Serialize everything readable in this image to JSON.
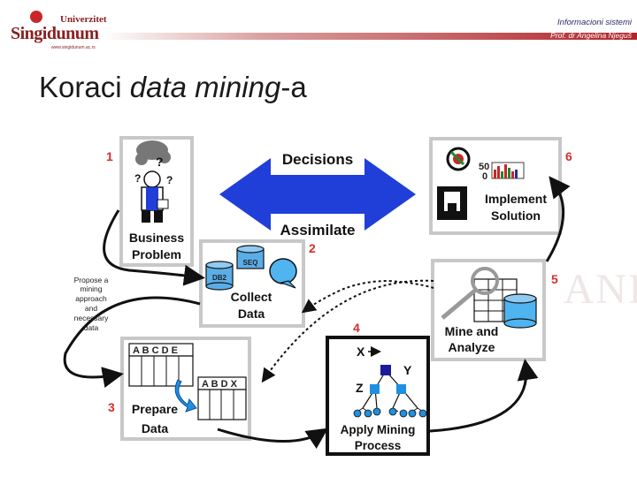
{
  "header": {
    "logo_top": "Univerzitet",
    "logo_name": "Singidunum",
    "logo_web": "www.singidunum.ac.rs",
    "course": "Informacioni sistemi",
    "author": "Prof. dr Angelina Njeguš"
  },
  "title": {
    "main": "Koraci ",
    "italic": "data mining",
    "suffix": "-a"
  },
  "diagram": {
    "decisions": "Decisions",
    "assimilate": "Assimilate",
    "steps": [
      {
        "num": "1",
        "line1": "Business",
        "line2": "Problem"
      },
      {
        "num": "2",
        "line1": "Collect",
        "line2": "Data"
      },
      {
        "num": "3",
        "line1": "Prepare",
        "line2": "Data"
      },
      {
        "num": "4",
        "line1": "Apply Mining",
        "line2": "Process"
      },
      {
        "num": "5",
        "line1": "Mine and",
        "line2": "Analyze"
      },
      {
        "num": "6",
        "line1": "Implement",
        "line2": "Solution"
      }
    ],
    "side_note": [
      "Propose a",
      "mining",
      "approach",
      "and",
      "necessary",
      "data"
    ],
    "db2": "DB2",
    "seq": "SEQ",
    "table1": "A B C D E",
    "table2": "A B D X",
    "tree_x": "X",
    "tree_y": "Y",
    "tree_z": "Z",
    "chart_50": "50",
    "chart_0": "0"
  }
}
